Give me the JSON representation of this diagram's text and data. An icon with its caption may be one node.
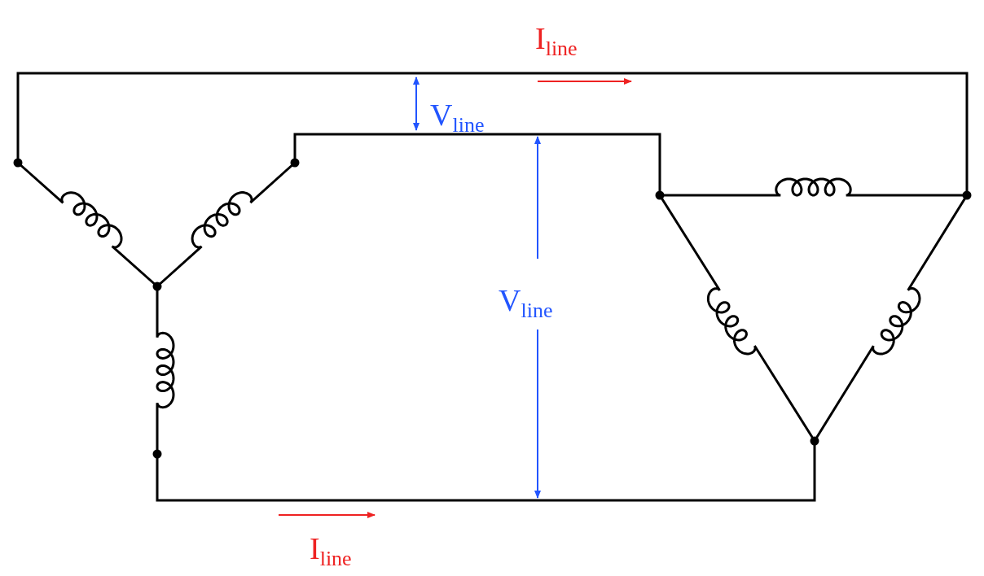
{
  "diagram": {
    "labels": [
      "I$_{line}$",
      "V$_{line}$",
      "V$_{line}$",
      "I$_{line}$"
    ]
  }
}
